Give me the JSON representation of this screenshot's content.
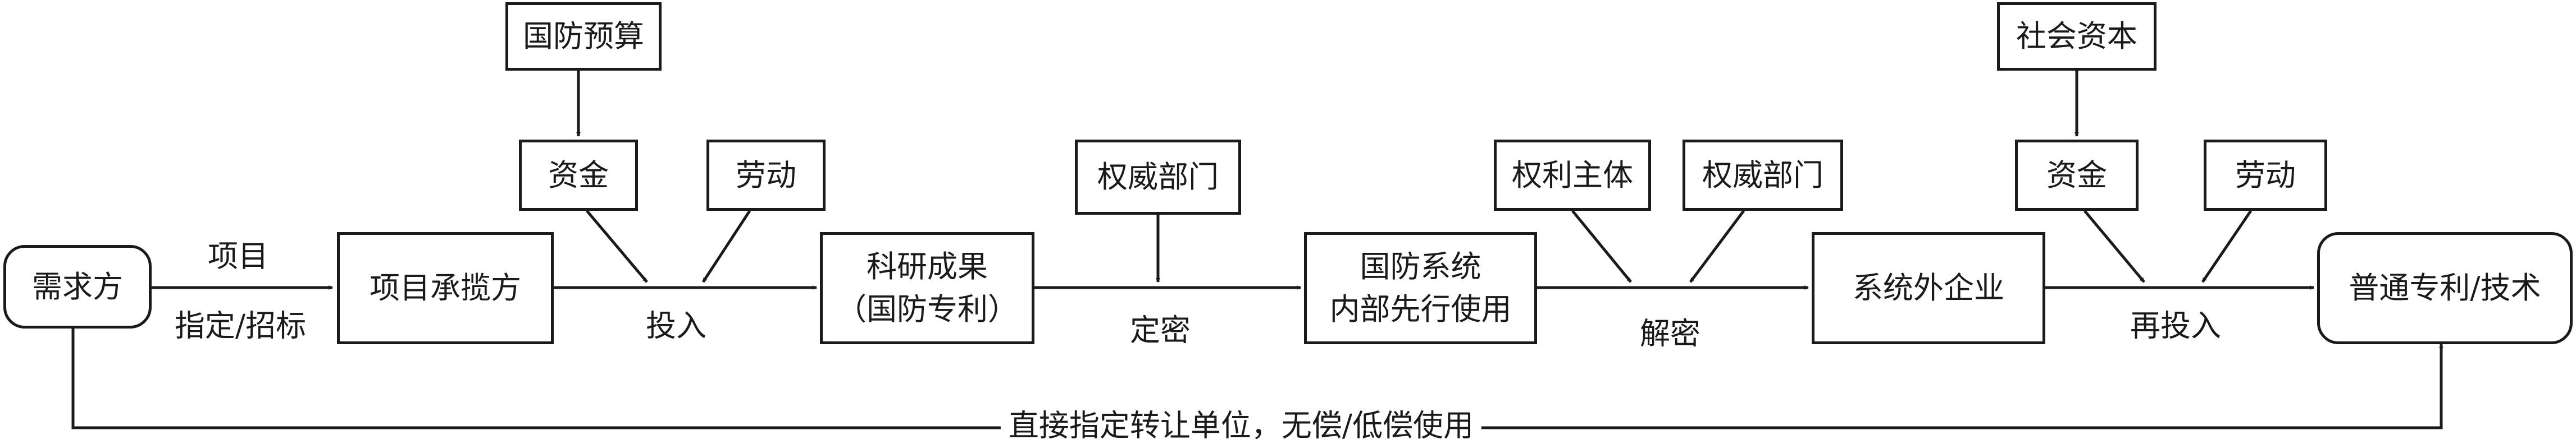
{
  "nodes": {
    "demand": "需求方",
    "contractor": "项目承揽方",
    "result_line1": "科研成果",
    "result_line2": "（国防专利）",
    "internal_line1": "国防系统",
    "internal_line2": "内部先行使用",
    "external": "系统外企业",
    "general": "普通专利/技术",
    "budget": "国防预算",
    "funds1": "资金",
    "labor1": "劳动",
    "authority1": "权威部门",
    "rights_holder": "权利主体",
    "authority2": "权威部门",
    "social_capital": "社会资本",
    "funds2": "资金",
    "labor2": "劳动"
  },
  "edges": {
    "project": "项目",
    "assign": "指定/招标",
    "invest": "投入",
    "classify": "定密",
    "declassify": "解密",
    "reinvest": "再投入",
    "bottom": "直接指定转让单位，无偿/低偿使用"
  }
}
